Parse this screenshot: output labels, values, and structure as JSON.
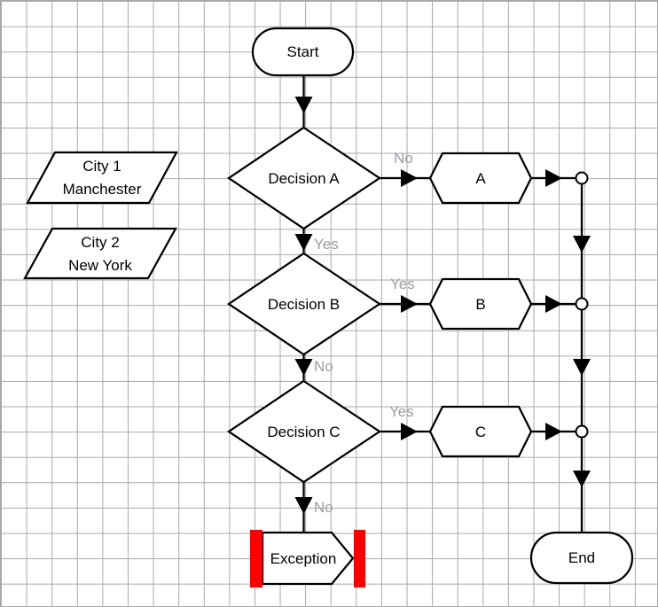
{
  "diagram": {
    "stroke_color": "#000000",
    "shape_fill": "#ffffff",
    "grid_color": "#a8a8a8",
    "label_color": "#979ea6",
    "accent_red": "#fb0000",
    "nodes": {
      "start": "Start",
      "decision_a": "Decision A",
      "decision_b": "Decision B",
      "decision_c": "Decision C",
      "result_a": "A",
      "result_b": "B",
      "result_c": "C",
      "exception": "Exception",
      "end": "End"
    },
    "data_items": {
      "city1_title": "City 1",
      "city1_value": "Manchester",
      "city2_title": "City 2",
      "city2_value": "New York"
    },
    "edge_labels": {
      "decision_a_no": "No",
      "decision_a_yes": "Yes",
      "decision_b_yes": "Yes",
      "decision_b_no": "No",
      "decision_c_yes": "Yes",
      "decision_c_no": "No"
    }
  }
}
